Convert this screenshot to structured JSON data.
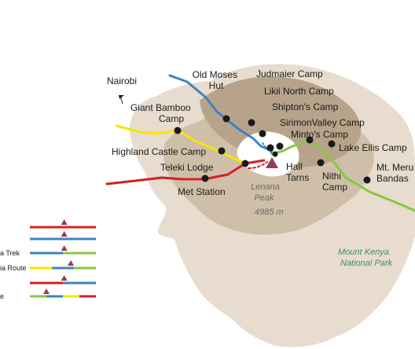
{
  "map": {
    "colors": {
      "red": "#d51f26",
      "blue": "#3e83c0",
      "green": "#8cc63f",
      "yellow": "#f7e600",
      "summit_triangle": "#9a3a55",
      "terrain_outer": "#e7dccd",
      "terrain_mid": "#cfbfa8",
      "terrain_inner": "#b6a38a",
      "snow": "#ffffff",
      "park_label": "#3f8f6a"
    },
    "places": {
      "nairobi": "Nairobi",
      "old_moses_hut": [
        "Old Moses",
        "Hut"
      ],
      "judmaier_camp": "Judmaier Camp",
      "likii_north_camp": "Likii North Camp",
      "giant_bamboo_camp": [
        "Giant Bamboo",
        "Camp"
      ],
      "shiptons_camp": "Shipton's Camp",
      "sirimon_valley_camp": "SirimonValley Camp",
      "mintos_camp": "Minto's Camp",
      "highland_castle_camp": "Highland Castle Camp",
      "lake_ellis_camp": "Lake Ellis Camp",
      "teleki_lodge": "Teleki Lodge",
      "hall_tarns": [
        "Hall",
        "Tarns"
      ],
      "nithi_camp": [
        "Nithi",
        "Camp"
      ],
      "mt_meru_bandas": [
        "Mt. Meru",
        "Bandas"
      ],
      "met_station": "Met Station"
    },
    "summit": {
      "name": [
        "Lenana",
        "Peak"
      ],
      "elevation": "4985 m"
    },
    "park_label": [
      "Mount Kenya",
      "National Park"
    ],
    "nairobi_arrow": "north-pointing-arrow",
    "legend": [
      {
        "label": "",
        "colors": [
          "red",
          "red"
        ]
      },
      {
        "label": "",
        "colors": [
          "blue",
          "blue"
        ]
      },
      {
        "label": "a Trek",
        "colors": [
          "blue",
          "green"
        ]
      },
      {
        "label": "ia Route",
        "colors": [
          "yellow",
          "blue",
          "green"
        ]
      },
      {
        "label": "",
        "colors": [
          "red",
          "blue"
        ]
      },
      {
        "label": "e",
        "colors": [
          "green",
          "blue",
          "yellow",
          "red"
        ]
      }
    ]
  }
}
